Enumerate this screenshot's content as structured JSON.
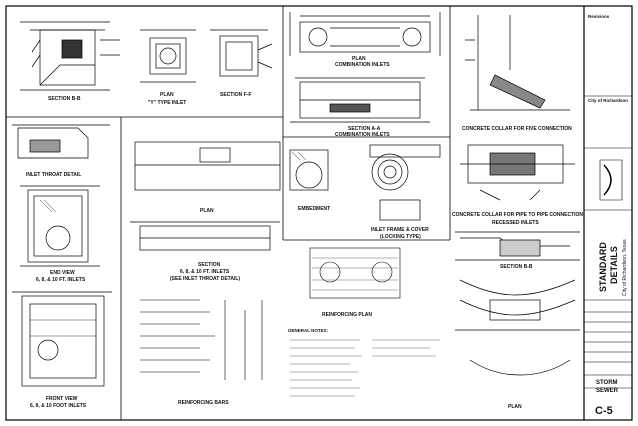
{
  "labels": {
    "section_bb_top": "SECTION B-B",
    "plan_top": "PLAN",
    "y_type_inlet": "\"Y\" TYPE INLET",
    "section_ff": "SECTION F-F",
    "plan_combination": "PLAN",
    "combination_inlets": "COMBINATION INLETS",
    "section_aa": "SECTION A-A",
    "combination_inlets_2": "COMBINATION INLETS",
    "concrete_collar_five": "CONCRETE COLLAR FOR FIVE CONNECTION",
    "concrete_collar_pipe": "CONCRETE COLLAR FOR PIPE TO PIPE CONNECTION",
    "recessed_inlets": "RECESSED INLETS",
    "inlet_throat_detail": "INLET THROAT DETAIL",
    "plan_mid": "PLAN",
    "section_inlets_1": "SECTION",
    "section_inlets_2": "6, 8, & 10 FT. INLETS",
    "section_inlets_3": "(SEE INLET THROAT DETAIL)",
    "embedment": "EMBEDMENT",
    "inlet_frame_1": "INLET FRAME & COVER",
    "inlet_frame_2": "(LOCKING TYPE)",
    "section_bb_right": "SECTION B-B",
    "end_view_1": "END VIEW",
    "end_view_2": "6, 8, & 10 FT. INLETS",
    "reinforcing_plan": "REINFORCING PLAN",
    "plan_right": "PLAN",
    "front_view_1": "FRONT VIEW",
    "front_view_2": "6, 8, & 10 FOOT INLETS",
    "reinforcing_bars": "REINFORCING BARS",
    "general_notes": "GENERAL NOTES:"
  },
  "title_block": {
    "revisions": "Revisions",
    "city": "City of Richardson",
    "title_line1": "STANDARD",
    "title_line2": "DETAILS",
    "title_sub": "City of Richardson, Texas",
    "sheet_category_1": "STORM",
    "sheet_category_2": "SEWER",
    "sheet_number": "C-5"
  }
}
